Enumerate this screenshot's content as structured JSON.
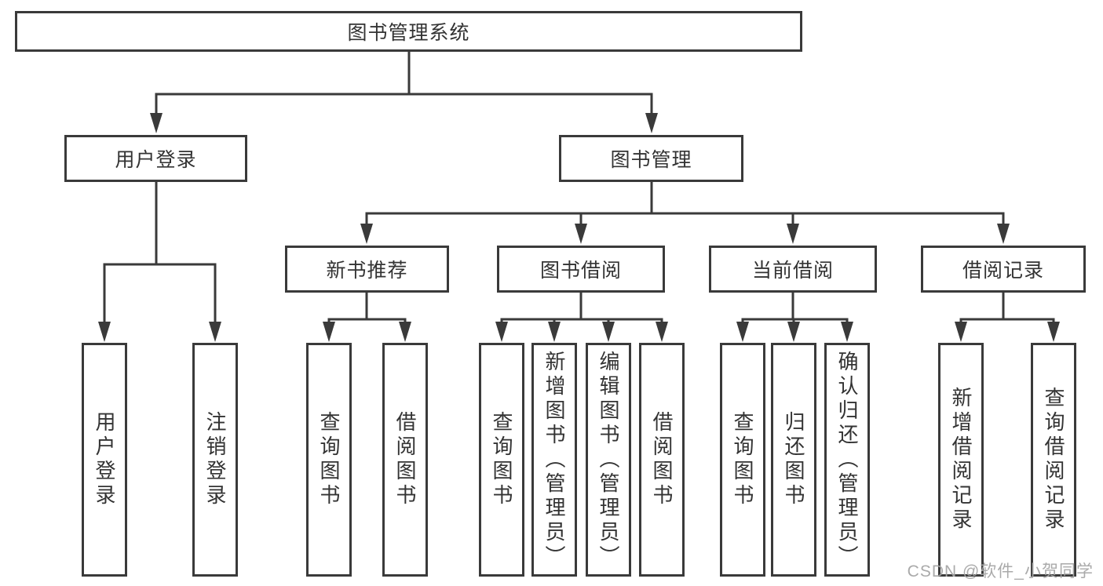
{
  "diagram": {
    "root": "图书管理系统",
    "level2": {
      "user_login": "用户登录",
      "book_mgmt": "图书管理"
    },
    "level3": {
      "new_book": "新书推荐",
      "book_borrow": "图书借阅",
      "current_borrow": "当前借阅",
      "borrow_record": "借阅记录"
    },
    "leaves": {
      "user_login": "用户登录",
      "logout": "注销登录",
      "nb_query": "查询图书",
      "nb_borrow": "借阅图书",
      "bb_query": "查询图书",
      "bb_add": "新增图书（管理员）",
      "bb_edit": "编辑图书（管理员）",
      "bb_borrow": "借阅图书",
      "cb_query": "查询图书",
      "cb_return": "归还图书",
      "cb_confirm": "确认归还（管理员）",
      "br_add": "新增借阅记录",
      "br_query": "查询借阅记录"
    }
  },
  "watermark": "CSDN @软件_小贺同学",
  "colors": {
    "line": "#3a3a3a",
    "text": "#333333",
    "watermark": "#a5a5a5",
    "background": "#ffffff"
  }
}
